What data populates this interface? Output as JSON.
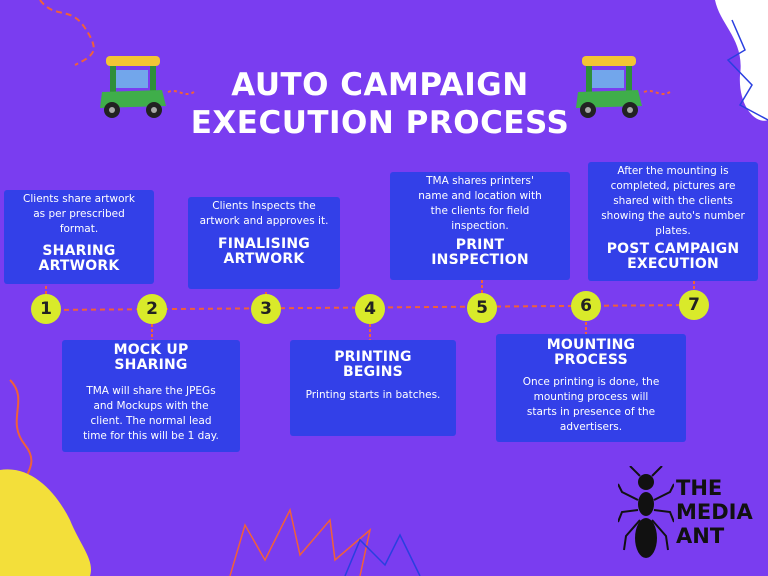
{
  "title_line1": "AUTO CAMPAIGN",
  "title_line2": "EXECUTION PROCESS",
  "steps": [
    {
      "number": "1",
      "heading_l1": "SHARING",
      "heading_l2": "ARTWORK",
      "desc_l1": "Clients share artwork",
      "desc_l2": "as per prescribed",
      "desc_l3": "format."
    },
    {
      "number": "2",
      "heading_l1": "MOCK UP",
      "heading_l2": "SHARING",
      "desc_l1": "TMA will share the JPEGs",
      "desc_l2": "and Mockups with the",
      "desc_l3": "client. The normal lead",
      "desc_l4": "time for this will be 1 day."
    },
    {
      "number": "3",
      "heading_l1": "FINALISING",
      "heading_l2": "ARTWORK",
      "desc_l1": "Clients Inspects the",
      "desc_l2": "artwork and approves it."
    },
    {
      "number": "4",
      "heading_l1": "PRINTING",
      "heading_l2": "BEGINS",
      "desc_l1": "Printing starts in batches."
    },
    {
      "number": "5",
      "heading_l1": "PRINT",
      "heading_l2": "INSPECTION",
      "desc_l1": "TMA shares printers'",
      "desc_l2": "name and location with",
      "desc_l3": "the clients for field",
      "desc_l4": "inspection."
    },
    {
      "number": "6",
      "heading_l1": "MOUNTING",
      "heading_l2": "PROCESS",
      "desc_l1": "Once printing is done, the",
      "desc_l2": "mounting process will",
      "desc_l3": "starts in presence of the",
      "desc_l4": "advertisers."
    },
    {
      "number": "7",
      "heading_l1": "POST CAMPAIGN",
      "heading_l2": "EXECUTION",
      "desc_l1": "After the mounting is",
      "desc_l2": "completed, pictures are",
      "desc_l3": "shared with the clients",
      "desc_l4": "showing the auto's number",
      "desc_l5": "plates."
    }
  ],
  "brand": {
    "line1": "THE",
    "line2": "MEDIA",
    "line3": "ANT"
  },
  "colors": {
    "background": "#7a3df0",
    "card": "#3340e8",
    "circle": "#d9ea2a",
    "connector": "#f0603a"
  },
  "icons": {
    "rickshaw_left": "auto-rickshaw-icon",
    "rickshaw_right": "auto-rickshaw-icon",
    "ant": "ant-logo-icon"
  }
}
